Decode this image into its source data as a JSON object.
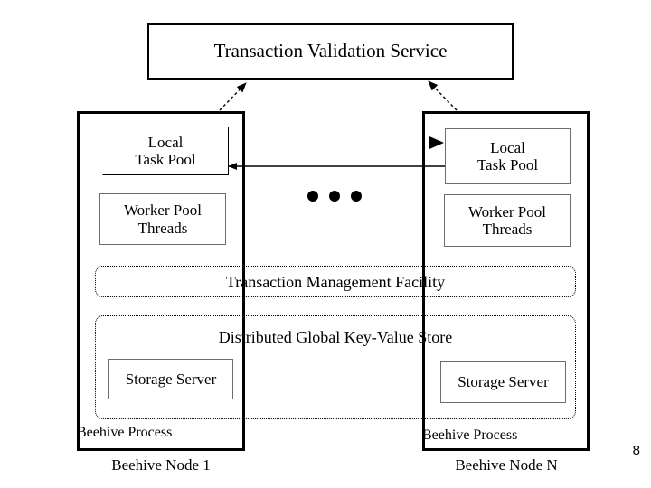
{
  "slide": {
    "page_number": "8",
    "background_color": "#ffffff",
    "ink_color": "#000000"
  },
  "validation_service": {
    "label": "Transaction Validation Service"
  },
  "nodes": [
    {
      "id": "node-left",
      "caption": "Beehive Node 1",
      "process_label": "Beehive Process",
      "local_task_pool": "Local\nTask Pool",
      "local_task_pool_line1": "Local",
      "local_task_pool_line2": "Task Pool",
      "worker_pool_line1": "Worker Pool",
      "worker_pool_line2": "Threads",
      "storage_server": "Storage Server"
    },
    {
      "id": "node-right",
      "caption": "Beehive Node N",
      "process_label": "Beehive Process",
      "local_task_pool": "Local\nTask Pool",
      "local_task_pool_line1": "Local",
      "local_task_pool_line2": "Task Pool",
      "worker_pool_line1": "Worker Pool",
      "worker_pool_line2": "Threads",
      "storage_server": "Storage Server"
    }
  ],
  "bands": {
    "transaction_management_facility": "Transaction  Management  Facility",
    "distributed_global_key_value_store": "Distributed Global  Key-Value Store"
  },
  "ellipsis": {
    "glyph": "•••",
    "dot_count": 3,
    "meaning": "additional-nodes-elided"
  },
  "connectors": [
    {
      "name": "left-node-to-validation-service",
      "style": "dashed",
      "arrow_at": "validation-service"
    },
    {
      "name": "right-node-to-validation-service",
      "style": "dashed",
      "arrow_at": "validation-service"
    },
    {
      "name": "right-task-pool-to-left-task-pool",
      "style": "solid",
      "arrow_at": "left-task-pool"
    },
    {
      "name": "task-pool-inbound-marker-right",
      "style": "arrowhead-only",
      "arrow_at": "right-task-pool"
    }
  ]
}
